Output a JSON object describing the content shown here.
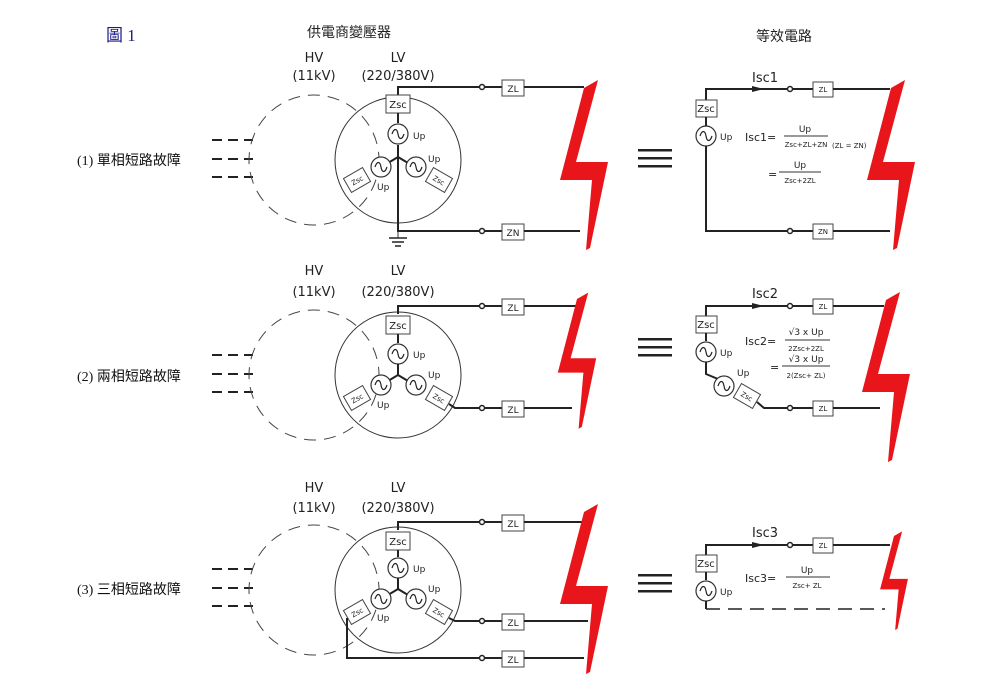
{
  "figure": {
    "title": "圖 1",
    "supplier_header": "供電商變壓器",
    "equivalent_header": "等效電路",
    "hv_label": "HV",
    "hv_voltage": "(11kV)",
    "lv_label": "LV",
    "lv_voltage": "(220/380V)",
    "equivalence_symbol": "≡",
    "bolt_color": "#e8161b"
  },
  "components": {
    "zsc": "Zsc",
    "up": "Up",
    "zl": "ZL",
    "zn": "ZN"
  },
  "cases": [
    {
      "label": "(1) 單相短路故障",
      "current": "Isc1",
      "formula_lhs": "Isc1=",
      "formula_num": "Up",
      "formula_den": "Zsc+ZL+ZN",
      "formula_cond": "(ZL = ZN)",
      "formula2_num": "Up",
      "formula2_den": "Zsc+2ZL"
    },
    {
      "label": "(2) 兩相短路故障",
      "current": "Isc2",
      "formula_lhs": "Isc2=",
      "formula_num": "√3 x Up",
      "formula_den": "2Zsc+2ZL",
      "formula2_num": "√3 x Up",
      "formula2_den": "2(Zsc+ ZL)"
    },
    {
      "label": "(3) 三相短路故障",
      "current": "Isc3",
      "formula_lhs": "Isc3=",
      "formula_num": "Up",
      "formula_den": "Zsc+ ZL"
    }
  ]
}
